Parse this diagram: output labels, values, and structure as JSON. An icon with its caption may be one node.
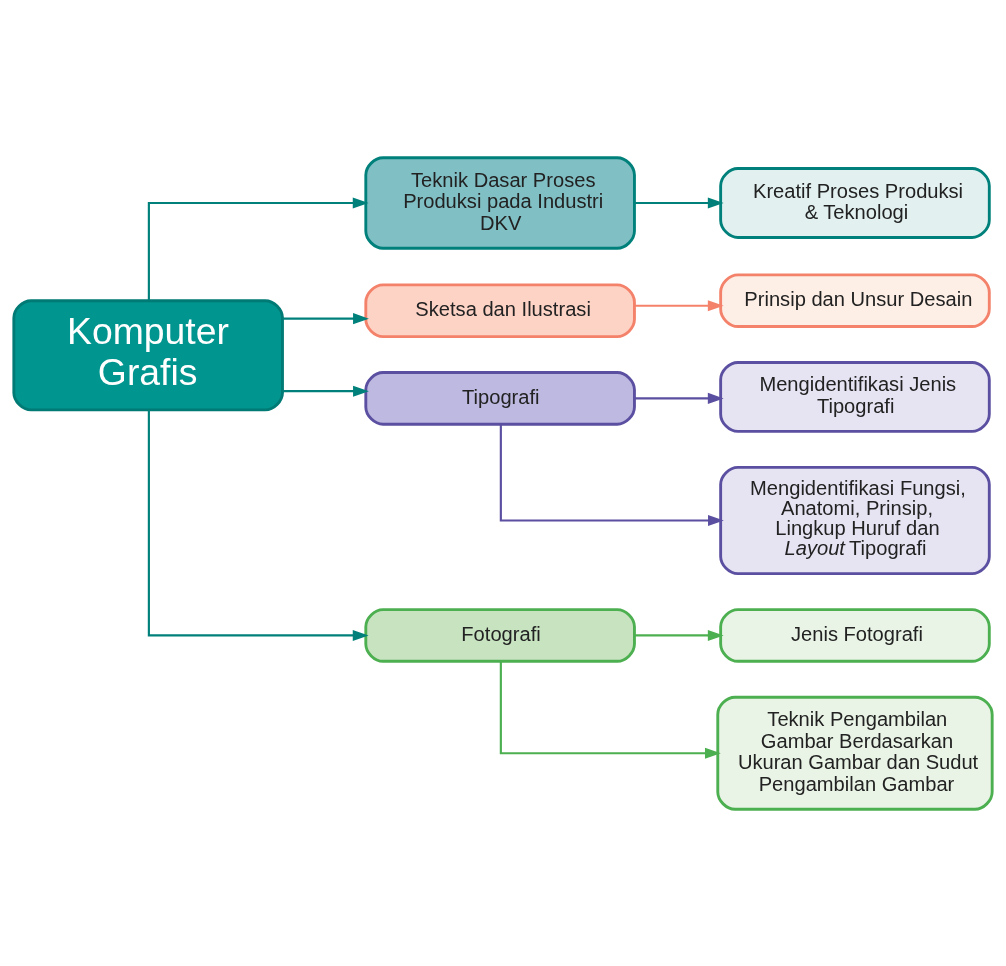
{
  "diagram": {
    "nodes": [
      {
        "text": [
          "Komputer Grafis"
        ]
      },
      {
        "text": [
          "Teknik Dasar Proses Produksi pada Industri DKV"
        ]
      },
      {
        "text": [
          "Kreatif Proses Produksi & Teknologi"
        ]
      },
      {
        "text": [
          "Sketsa dan Ilustrasi"
        ]
      },
      {
        "text": [
          "Prinsip dan Unsur Desain"
        ]
      },
      {
        "text": [
          "Tipografi"
        ]
      },
      {
        "text": [
          "Mengidentifikasi Jenis Tipografi"
        ]
      },
      {
        "text": [
          "Mengidentifikasi Fungsi, Anatomi, Prinsip, Lingkup Huruf dan *Layout* Tipografi"
        ]
      },
      {
        "text": [
          "Fotografi"
        ]
      },
      {
        "text": [
          "Jenis Fotografi"
        ]
      },
      {
        "text": [
          "Teknik Pengambilan Gambar Berdasarkan Ukuran Gambar dan Sudut Pengambilan Gambar"
        ]
      }
    ],
    "edges": [
      {
        "from": 0,
        "to": 1,
        "arrow": "to"
      },
      {
        "from": 0,
        "to": 3,
        "arrow": "to"
      },
      {
        "from": 0,
        "to": 5,
        "arrow": "to"
      },
      {
        "from": 0,
        "to": 8,
        "arrow": "to"
      },
      {
        "from": 1,
        "to": 2,
        "arrow": "to"
      },
      {
        "from": 3,
        "to": 4,
        "arrow": "to",
        "color": "#f4826a"
      },
      {
        "from": 5,
        "to": 6,
        "arrow": "to",
        "color": "#5a4fa0"
      },
      {
        "from": 5,
        "to": 7,
        "arrow": "to",
        "color": "#5a4fa0"
      },
      {
        "from": 8,
        "to": 9,
        "arrow": "to",
        "color": "#4caf50"
      },
      {
        "from": 8,
        "to": 10,
        "arrow": "to",
        "color": "#4caf50"
      }
    ]
  }
}
